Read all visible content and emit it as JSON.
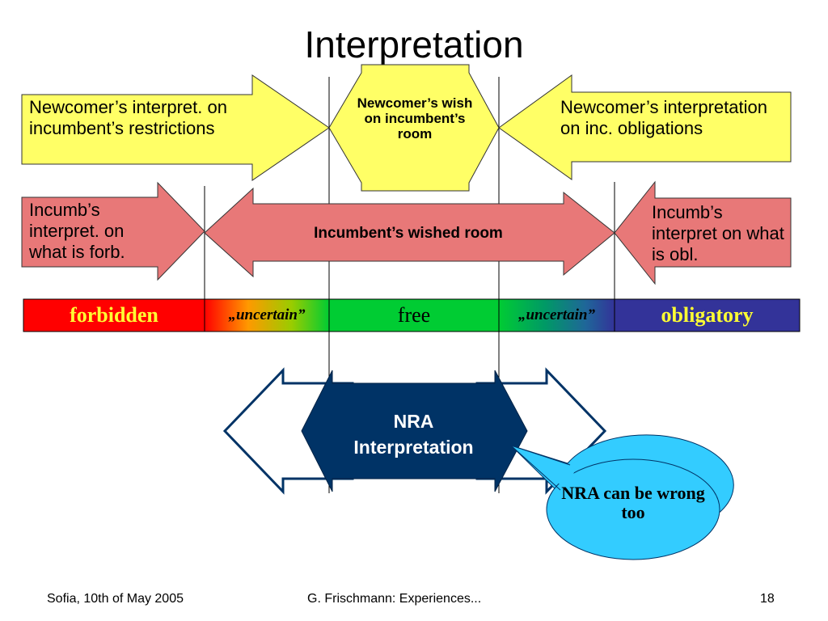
{
  "slide": {
    "title": "Interpretation",
    "top_row": {
      "left_arrow": "Newcomer’s interpret. on incumbent’s restrictions",
      "center_arrow": "Newcomer’s wish on incumbent’s room",
      "right_arrow": "Newcomer’s interpretation on inc. obligations"
    },
    "middle_row": {
      "left_arrow": "Incumb’s interpret. on what is forb.",
      "center_arrow": "Incumbent’s wished room",
      "right_arrow": "Incumb’s interpret on what is obl."
    },
    "scale": {
      "forbidden": "forbidden",
      "uncertain_left": "„uncertain”",
      "free": "free",
      "uncertain_right": "„uncertain”",
      "obligatory": "obligatory"
    },
    "nra": {
      "label": "NRA Interpretation",
      "callout": "NRA can be wrong too"
    },
    "footer": {
      "left": "Sofia, 10th of May 2005",
      "center": "G. Frischmann: Experiences...",
      "page": "18"
    }
  },
  "colors": {
    "yellow_fill": "#FFFF66",
    "salmon_fill": "#E87878",
    "forbidden": "#FF0000",
    "free": "#00CC33",
    "obligatory": "#333399",
    "obligatory_text": "#FFFF33",
    "forbidden_text": "#FFFF33",
    "nra_fill": "#003366",
    "outline_arrows": "#003366",
    "callout_fill": "#33CCFF"
  }
}
